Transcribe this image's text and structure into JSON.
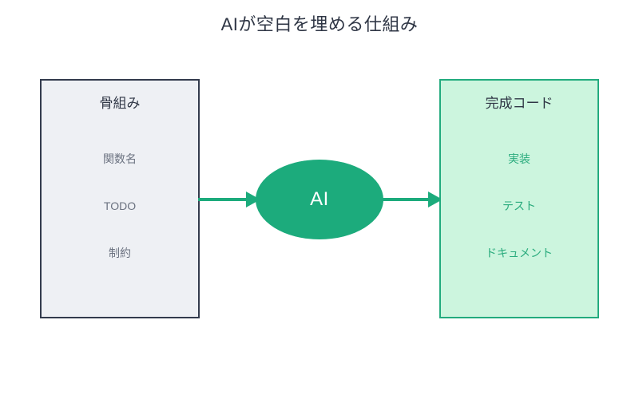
{
  "title": "AIが空白を埋める仕組み",
  "theme": {
    "background": "#ffffff",
    "title_color": "#2f3645",
    "accent_green": "#1cab7c",
    "arrow_color": "#1cab7c",
    "left_box_fill": "#eef0f4",
    "left_box_border": "#333b4d",
    "left_item_color": "#6b7280",
    "right_box_fill": "#ccf5de",
    "right_box_border": "#22ab7e",
    "right_item_color": "#2aab7d",
    "ellipse_fill": "#1cab7c",
    "ellipse_text": "#ffffff"
  },
  "nodes": {
    "skeleton": {
      "title": "骨組み",
      "items": [
        "関数名",
        "TODO",
        "制約"
      ]
    },
    "processor": {
      "label": "AI"
    },
    "output": {
      "title": "完成コード",
      "items": [
        "実装",
        "テスト",
        "ドキュメント"
      ]
    }
  },
  "edges": [
    {
      "name": "skeleton-to-ai",
      "label": ""
    },
    {
      "name": "ai-to-output",
      "label": ""
    }
  ]
}
